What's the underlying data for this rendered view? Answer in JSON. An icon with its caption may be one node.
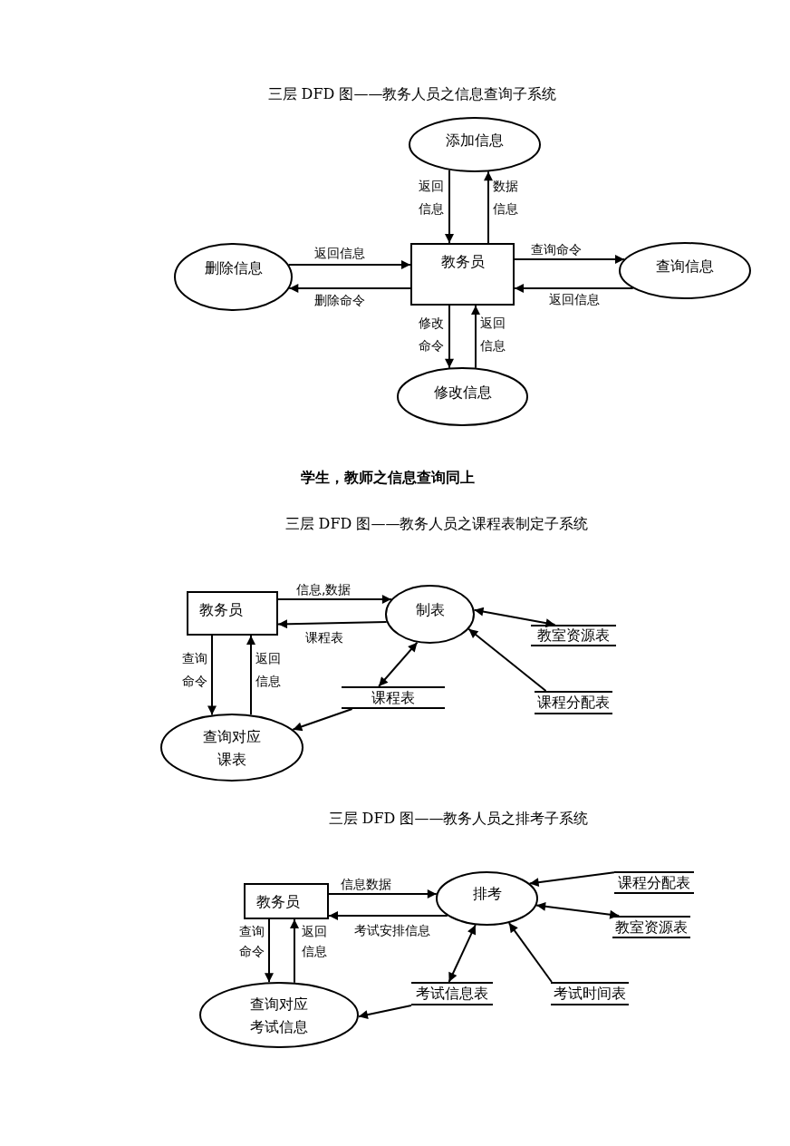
{
  "diagram": {
    "nodes": [
      {
        "text": [
          "添加信息"
        ]
      },
      {
        "text": [
          "教务员"
        ]
      },
      {
        "text": [
          "删除信息"
        ]
      },
      {
        "text": [
          "查询信息"
        ]
      },
      {
        "text": [
          "修改信息"
        ]
      },
      {
        "text": [
          "教务员"
        ]
      },
      {
        "text": [
          "制表"
        ]
      },
      {
        "text": [
          "教室资源表"
        ]
      },
      {
        "text": [
          "课程表"
        ]
      },
      {
        "text": [
          "课程分配表"
        ]
      },
      {
        "text": [
          "查询对应课表"
        ]
      },
      {
        "text": [
          "教务员"
        ]
      },
      {
        "text": [
          "排考"
        ]
      },
      {
        "text": [
          "课程分配表"
        ]
      },
      {
        "text": [
          "教室资源表"
        ]
      },
      {
        "text": [
          "考试信息表"
        ]
      },
      {
        "text": [
          "考试时间表"
        ]
      },
      {
        "text": [
          "查询对应考试信息"
        ]
      }
    ],
    "edges": [
      {
        "from": 0,
        "to": 1,
        "arrow": "to",
        "label": "返回信息"
      },
      {
        "from": 1,
        "to": 0,
        "arrow": "to",
        "label": "数据信息"
      },
      {
        "from": 2,
        "to": 1,
        "arrow": "to",
        "label": "返回信息"
      },
      {
        "from": 1,
        "to": 2,
        "arrow": "to",
        "label": "删除命令"
      },
      {
        "from": 1,
        "to": 3,
        "arrow": "to",
        "label": "查询命令"
      },
      {
        "from": 3,
        "to": 1,
        "arrow": "to",
        "label": "返回信息"
      },
      {
        "from": 1,
        "to": 4,
        "arrow": "to",
        "label": "修改命令"
      },
      {
        "from": 4,
        "to": 1,
        "arrow": "to",
        "label": "返回信息"
      },
      {
        "from": 5,
        "to": 6,
        "arrow": "to",
        "label": "信息,数据"
      },
      {
        "from": 6,
        "to": 5,
        "arrow": "to",
        "label": "课程表"
      },
      {
        "from": 6,
        "to": 7,
        "arrow": "both"
      },
      {
        "from": 6,
        "to": 8,
        "arrow": "both"
      },
      {
        "from": 9,
        "to": 6,
        "arrow": "to"
      },
      {
        "from": 8,
        "to": 10,
        "arrow": "to"
      },
      {
        "from": 5,
        "to": 10,
        "arrow": "to",
        "label": "查询命令"
      },
      {
        "from": 10,
        "to": 5,
        "arrow": "to",
        "label": "返回信息"
      },
      {
        "from": 11,
        "to": 12,
        "arrow": "to",
        "label": "信息数据"
      },
      {
        "from": 12,
        "to": 11,
        "arrow": "to",
        "label": "考试安排信息"
      },
      {
        "from": 13,
        "to": 12,
        "arrow": "to"
      },
      {
        "from": 12,
        "to": 14,
        "arrow": "both"
      },
      {
        "from": 12,
        "to": 15,
        "arrow": "both"
      },
      {
        "from": 16,
        "to": 12,
        "arrow": "to"
      },
      {
        "from": 15,
        "to": 17,
        "arrow": "to"
      },
      {
        "from": 11,
        "to": 17,
        "arrow": "to",
        "label": "查询命令"
      },
      {
        "from": 17,
        "to": 11,
        "arrow": "to",
        "label": "返回信息"
      }
    ],
    "labels": [
      "三层 DFD 图——教务人员之信息查询子系统",
      "学生，教师之信息查询同上",
      "三层 DFD 图——教务人员之课程表制定子系统",
      "三层 DFD 图——教务人员之排考子系统"
    ]
  }
}
